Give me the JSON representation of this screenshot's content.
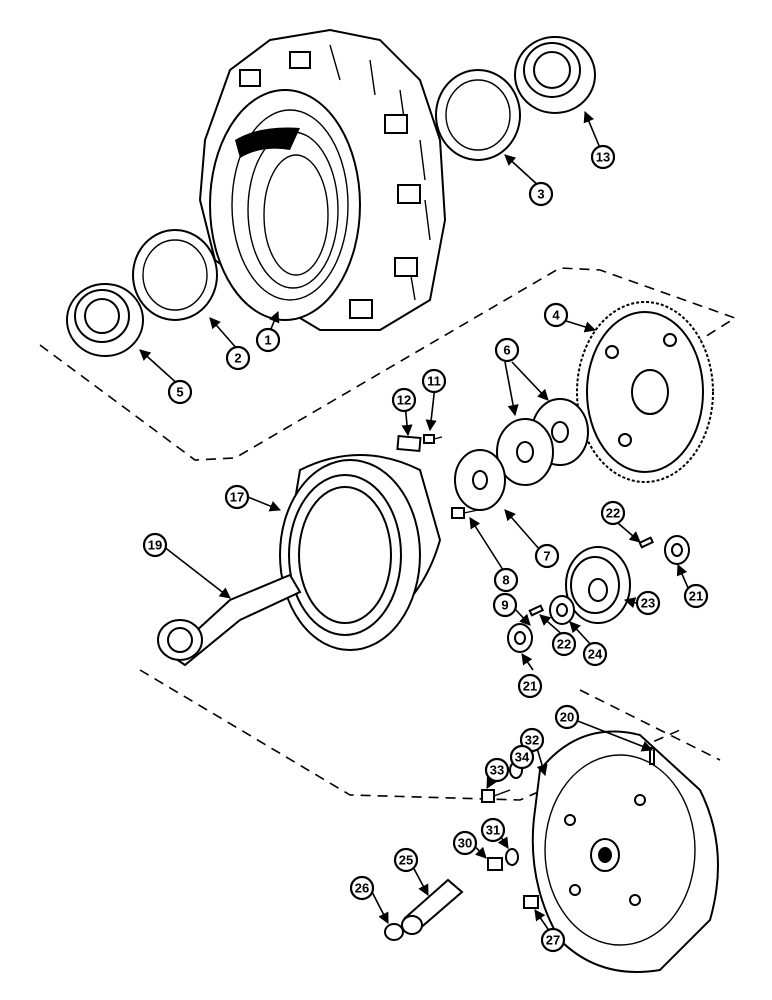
{
  "callouts": {
    "p1": "1",
    "p2": "2",
    "p3": "3",
    "p4": "4",
    "p5": "5",
    "p6": "6",
    "p7": "7",
    "p8": "8",
    "p9": "9",
    "p11": "11",
    "p12": "12",
    "p13": "13",
    "p17": "17",
    "p19": "19",
    "p20": "20",
    "p21a": "21",
    "p21b": "21",
    "p22a": "22",
    "p22b": "22",
    "p23": "23",
    "p24": "24",
    "p25": "25",
    "p26": "26",
    "p27": "27",
    "p30": "30",
    "p31": "31",
    "p32": "32",
    "p33": "33",
    "p34": "34"
  }
}
